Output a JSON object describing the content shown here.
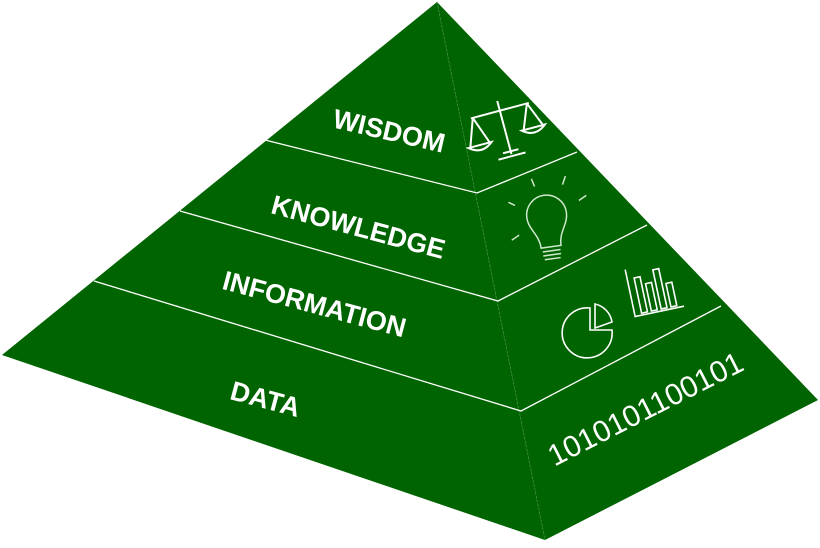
{
  "title": "DIKW pyramid",
  "colors": {
    "face": "#006400",
    "line": "#ffffff"
  },
  "levels": [
    {
      "label": "WISDOM",
      "icon": "scales-icon"
    },
    {
      "label": "KNOWLEDGE",
      "icon": "lightbulb-icon"
    },
    {
      "label": "INFORMATION",
      "icon": "charts-icon"
    },
    {
      "label": "DATA",
      "icon": "binary-text",
      "binary": "1010101100101"
    }
  ]
}
